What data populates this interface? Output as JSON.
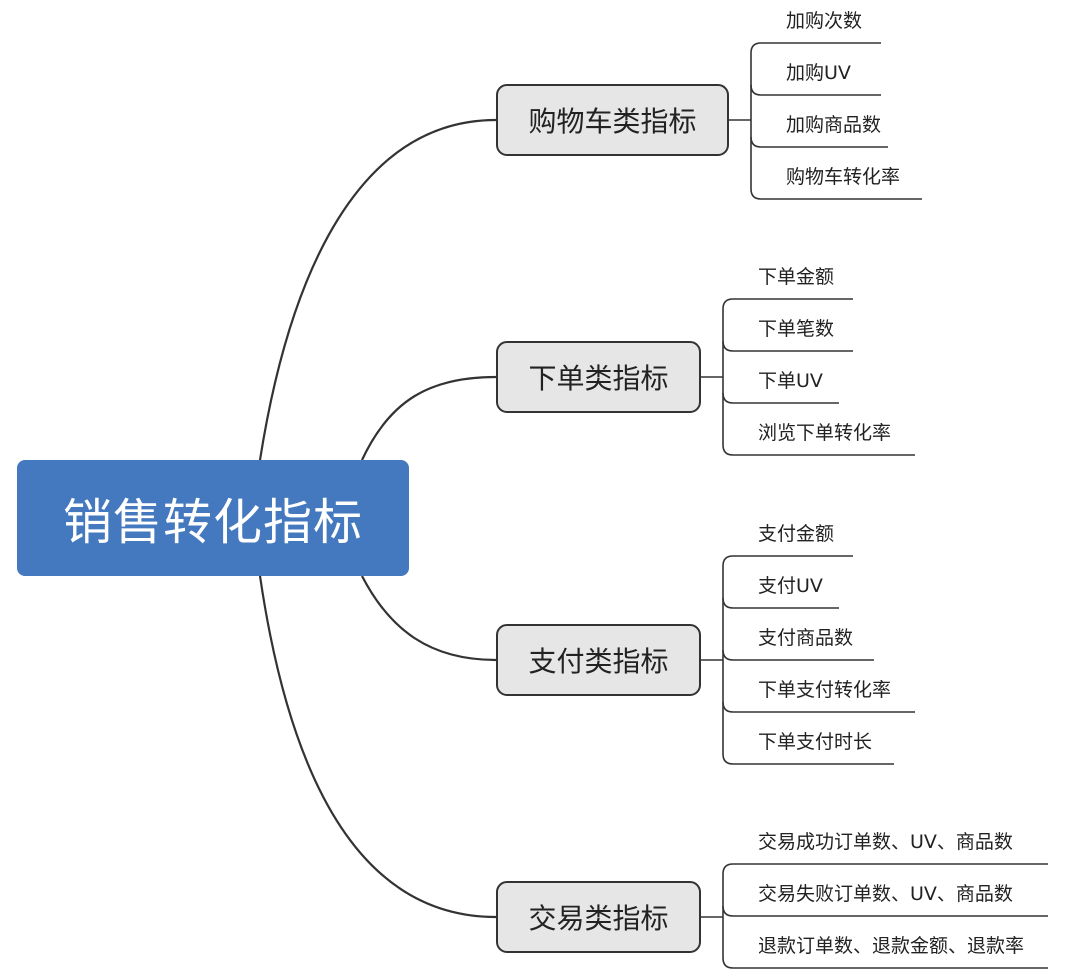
{
  "root": {
    "label": "销售转化指标"
  },
  "branches": [
    {
      "label": "购物车类指标",
      "items": [
        "加购次数",
        "加购UV",
        "加购商品数",
        "购物车转化率"
      ]
    },
    {
      "label": "下单类指标",
      "items": [
        "下单金额",
        "下单笔数",
        "下单UV",
        "浏览下单转化率"
      ]
    },
    {
      "label": "支付类指标",
      "items": [
        "支付金额",
        "支付UV",
        "支付商品数",
        "下单支付转化率",
        "下单支付时长"
      ]
    },
    {
      "label": "交易类指标",
      "items": [
        "交易成功订单数、UV、商品数",
        "交易失败订单数、UV、商品数",
        "退款订单数、退款金额、退款率"
      ]
    }
  ],
  "colors": {
    "root_fill": "#4479bf",
    "branch_fill": "#e6e6e6",
    "line": "#333333"
  }
}
